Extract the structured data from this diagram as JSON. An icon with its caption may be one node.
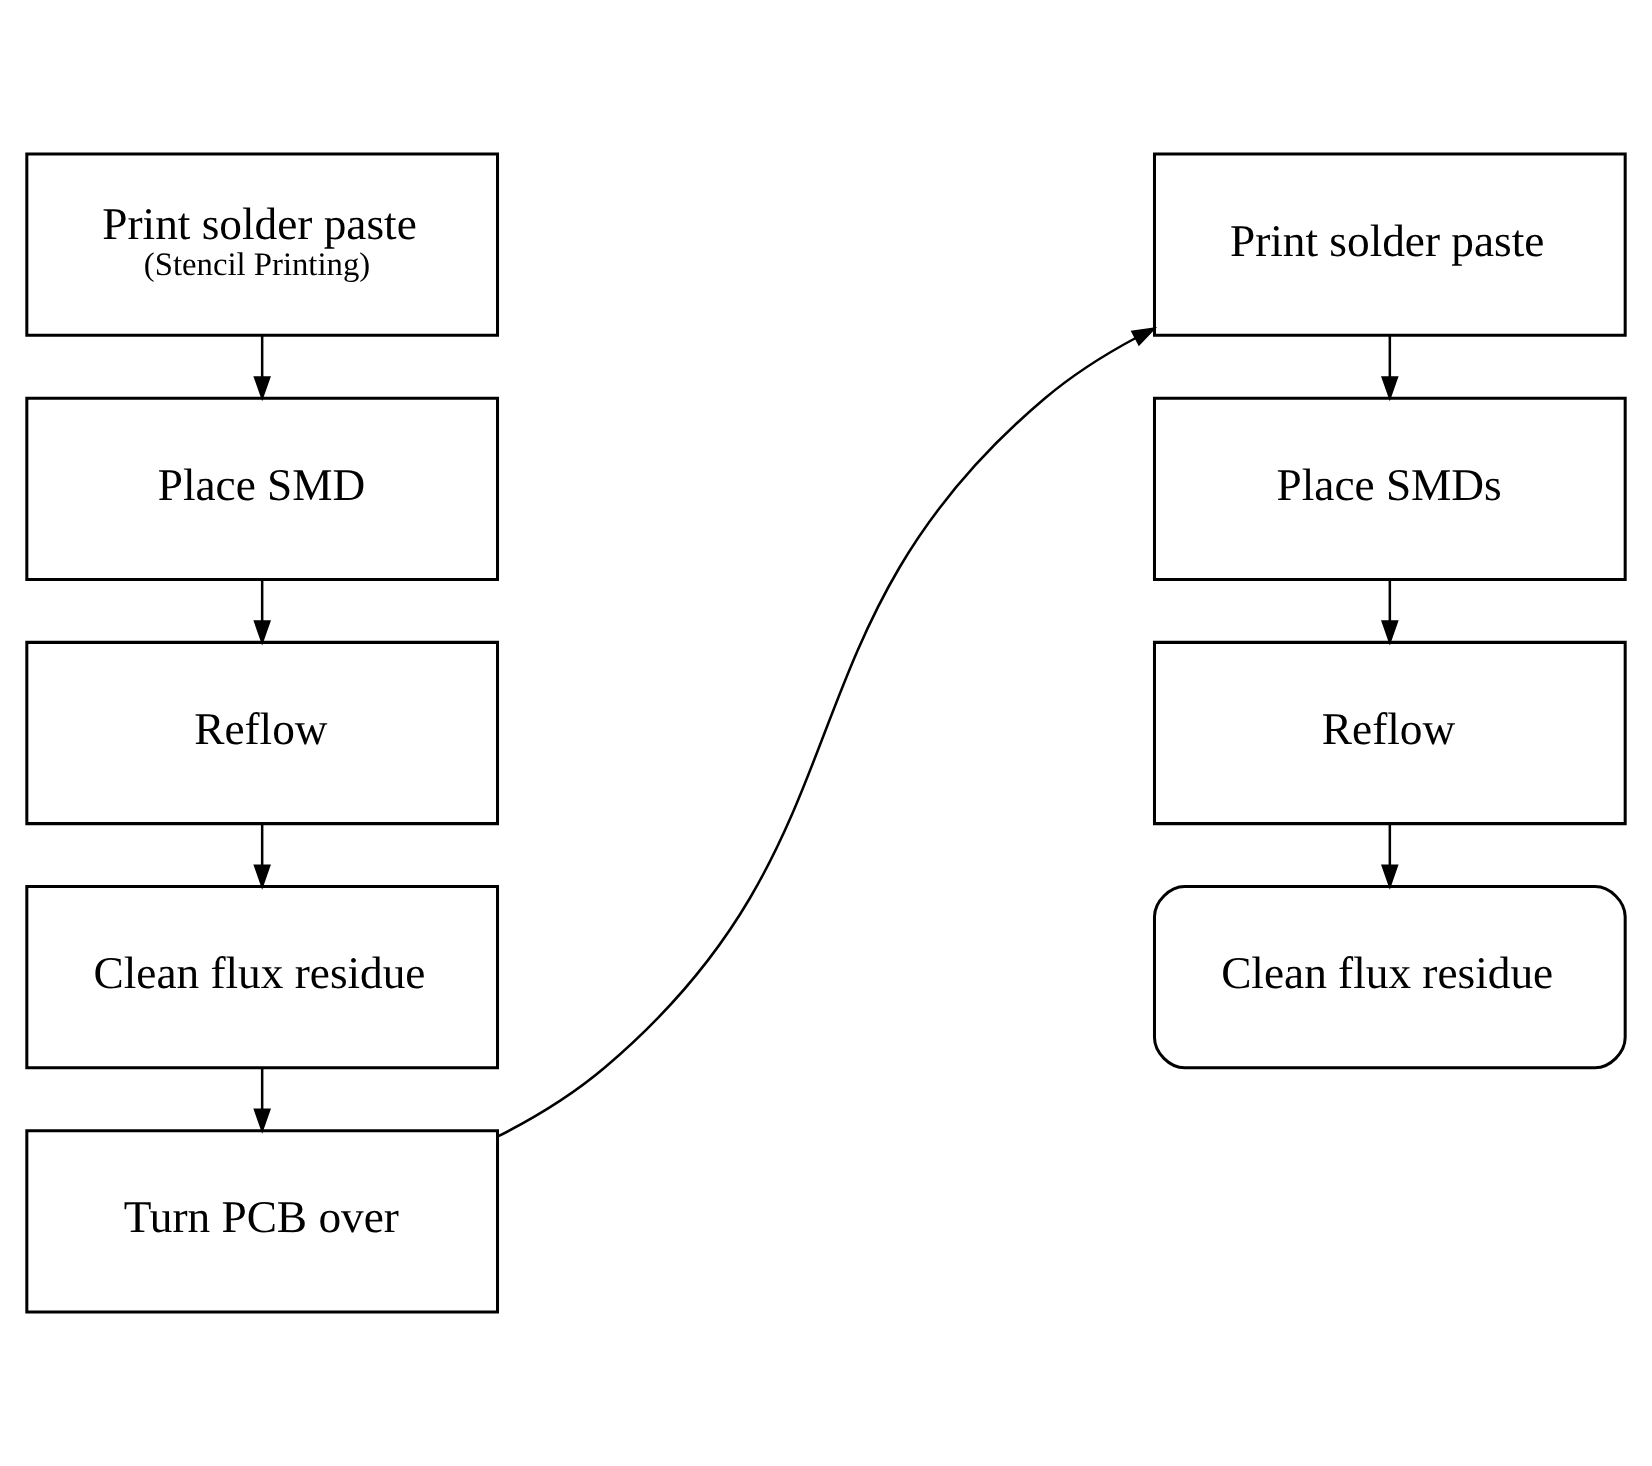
{
  "diagram": {
    "nodes": [
      {
        "text": [
          "Print solder paste",
          "(Stencil Printing)"
        ]
      },
      {
        "text": [
          "Place SMD"
        ]
      },
      {
        "text": [
          "Reflow"
        ]
      },
      {
        "text": [
          "Clean flux residue"
        ]
      },
      {
        "text": [
          "Turn PCB over"
        ]
      },
      {
        "text": [
          "Print solder paste"
        ]
      },
      {
        "text": [
          "Place SMDs"
        ]
      },
      {
        "text": [
          "Reflow"
        ]
      },
      {
        "text": [
          "Clean flux residue"
        ]
      }
    ],
    "edges": [
      {
        "from": 0,
        "to": 1,
        "arrow": "to"
      },
      {
        "from": 1,
        "to": 2,
        "arrow": "to"
      },
      {
        "from": 2,
        "to": 3,
        "arrow": "to"
      },
      {
        "from": 3,
        "to": 4,
        "arrow": "to"
      },
      {
        "from": 4,
        "to": 5,
        "arrow": "to"
      },
      {
        "from": 5,
        "to": 6,
        "arrow": "to"
      },
      {
        "from": 6,
        "to": 7,
        "arrow": "to"
      },
      {
        "from": 7,
        "to": 8,
        "arrow": "to"
      }
    ]
  }
}
